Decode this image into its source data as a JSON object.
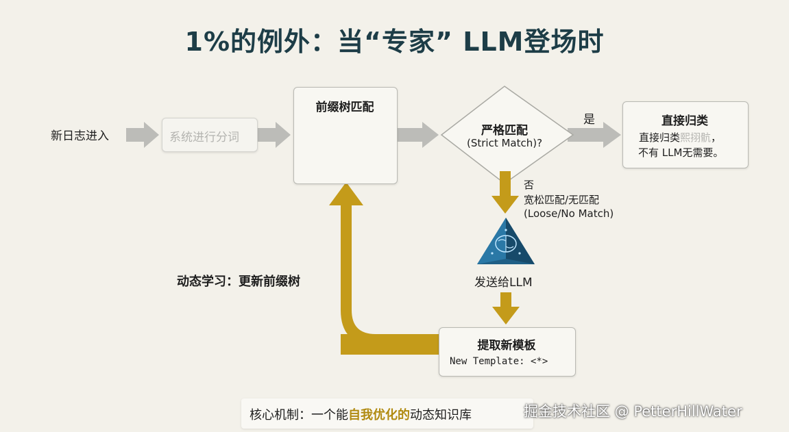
{
  "title": "1%的例外：当“专家” LLM登场时",
  "nodes": {
    "input": "新日志进入",
    "tokenize": "系统进行分词",
    "prefix_tree": "前缀树匹配",
    "strict_match": {
      "line1": "严格匹配",
      "line2": "(Strict Match)?"
    },
    "direct": {
      "title": "直接归类",
      "line1": "直接归类",
      "line1_ghost": "熙挧骯",
      "line1_end": "，",
      "line2": "不有 LLM无需要。"
    },
    "send_llm": "发送给LLM",
    "extract": {
      "title": "提取新模板",
      "code": "New Template: <*>"
    }
  },
  "edges": {
    "yes": "是",
    "no": "否",
    "loose_line1": "宽松匹配/无匹配",
    "loose_line2": "(Loose/No Match)",
    "feedback": "动态学习：更新前缀树"
  },
  "footer": {
    "prefix": "核心机制：一个能",
    "highlight": "自我优化的",
    "suffix": "动态知识库"
  },
  "watermark": "掘金技术社区 @ PetterHillWater",
  "colors": {
    "title": "#1d3d47",
    "gold": "#c49b1a",
    "gray_arrow": "#b8b8b4",
    "llm_blue": "#1f5f86"
  }
}
